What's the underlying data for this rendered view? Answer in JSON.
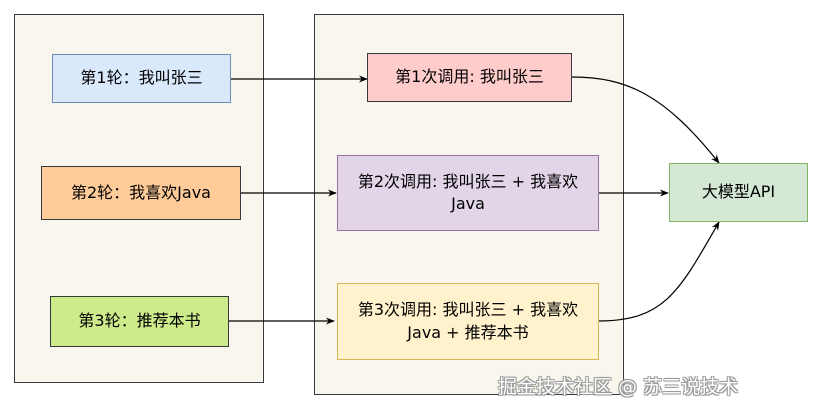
{
  "colors": {
    "panel_bg": "#f9f7ed",
    "panel_border": "#36393d",
    "round1": {
      "fill": "#dae8fc",
      "stroke": "#6c8ebf"
    },
    "round2": {
      "fill": "#ffcc99",
      "stroke": "#36393d"
    },
    "round3": {
      "fill": "#cdeb8b",
      "stroke": "#36393d"
    },
    "call1": {
      "fill": "#ffcccc",
      "stroke": "#36393d"
    },
    "call2": {
      "fill": "#e1d5e7",
      "stroke": "#9673a6"
    },
    "call3": {
      "fill": "#fff2cc",
      "stroke": "#d6b656"
    },
    "api": {
      "fill": "#d5e8d4",
      "stroke": "#82b366"
    },
    "edge": "#000000"
  },
  "rounds": [
    {
      "label": "第1轮：我叫张三"
    },
    {
      "label": "第2轮：我喜欢Java"
    },
    {
      "label": "第3轮：推荐本书"
    }
  ],
  "calls": [
    {
      "label": "第1次调用: 我叫张三"
    },
    {
      "label": "第2次调用: 我叫张三 + 我喜欢Java"
    },
    {
      "label": "第3次调用: 我叫张三 + 我喜欢Java + 推荐本书"
    }
  ],
  "api": {
    "label": "大模型API"
  },
  "watermark": "掘金技术社区 @ 苏三说技术"
}
